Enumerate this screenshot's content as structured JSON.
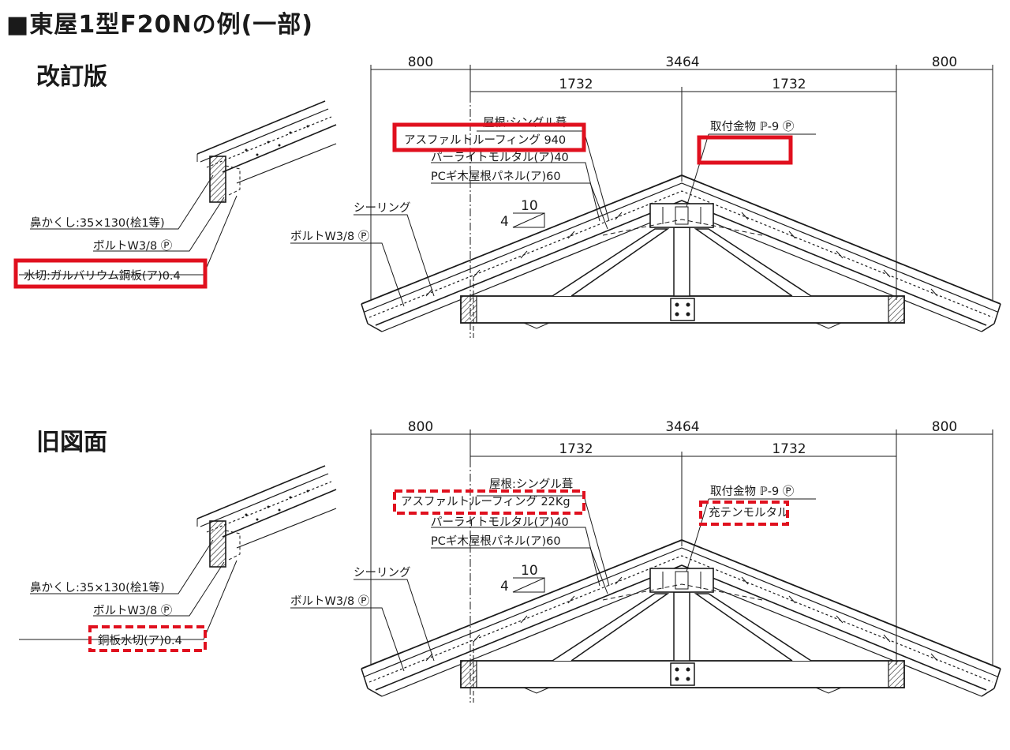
{
  "title": "■東屋1型F20Nの例(一部)",
  "colors": {
    "line": "#1a1a1a",
    "highlight": "#e0101e"
  },
  "panels": [
    {
      "section_label": "改訂版",
      "highlight_style": "solid",
      "dims": {
        "left": "800",
        "center": "3464",
        "right": "800",
        "half_left": "1732",
        "half_right": "1732"
      },
      "labels": {
        "roof": "屋根:シングル葺",
        "roofing": "アスファルトルーフィング 940",
        "mortar": "パーライトモルタル(ア)40",
        "panel": "PCギ木屋根パネル(ア)60",
        "fitting": "取付金物 ℙ-9 Ⓟ",
        "fitting_note": "",
        "sealing": "シーリング",
        "bolt_main": "ボルトW3/8 Ⓟ",
        "pitch_rise": "10",
        "pitch_run": "4",
        "detail_nose": "鼻かくし:35×130(桧1等)",
        "detail_bolt": "ボルトW3/8 Ⓟ",
        "detail_flashing": "水切:ガルバリウム鋼板(ア)0.4"
      }
    },
    {
      "section_label": "旧図面",
      "highlight_style": "dashed",
      "dims": {
        "left": "800",
        "center": "3464",
        "right": "800",
        "half_left": "1732",
        "half_right": "1732"
      },
      "labels": {
        "roof": "屋根:シングル葺",
        "roofing": "アスファルトルーフィング 22Kg",
        "mortar": "パーライトモルタル(ア)40",
        "panel": "PCギ木屋根パネル(ア)60",
        "fitting": "取付金物 ℙ-9 Ⓟ",
        "fitting_note": "充テンモルタル",
        "sealing": "シーリング",
        "bolt_main": "ボルトW3/8 Ⓟ",
        "pitch_rise": "10",
        "pitch_run": "4",
        "detail_nose": "鼻かくし:35×130(桧1等)",
        "detail_bolt": "ボルトW3/8 Ⓟ",
        "detail_flashing": "銅板水切(ア)0.4"
      }
    }
  ]
}
